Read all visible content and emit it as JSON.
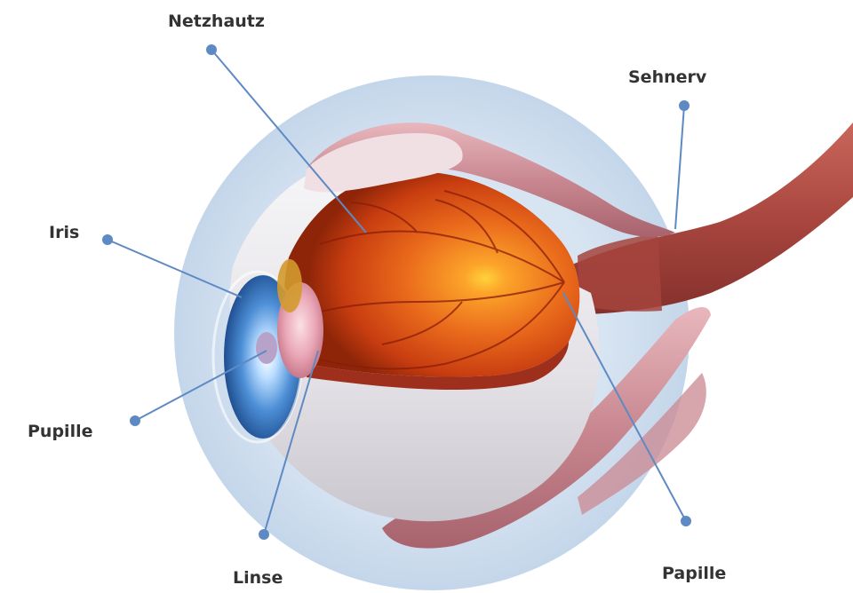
{
  "labels": {
    "netzhautz": "Netzhautz",
    "sehnerv": "Sehnerv",
    "iris": "Iris",
    "pupille": "Pupille",
    "linse": "Linse",
    "papille": "Papille"
  },
  "colors": {
    "leader": "#5e8ac4",
    "backdrop": "#cddcee",
    "retina": "#e2621a",
    "sclera": "#e9e7ea",
    "muscle": "#c98e96",
    "nerve": "#b4524a",
    "cornea": "#4d8fd6"
  }
}
